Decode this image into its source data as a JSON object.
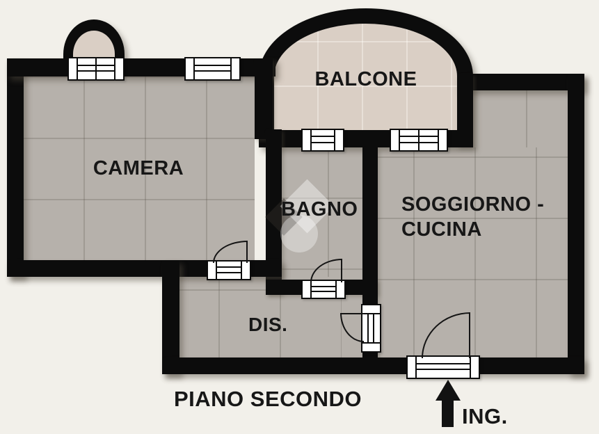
{
  "plan": {
    "floor_title": "PIANO SECONDO",
    "rooms": {
      "camera": "CAMERA",
      "balcone": "BALCONE",
      "bagno": "BAGNO",
      "soggiorno_line1": "SOGGIORNO -",
      "soggiorno_line2": "CUCINA",
      "disimpegno": "DIS."
    },
    "entrance": {
      "label": "ING.",
      "icon": "up-arrow-icon"
    },
    "watermark": {
      "icon": "agency-watermark-icon"
    },
    "colors": {
      "background": "#f2f0ea",
      "wall": "#0c0c0c",
      "room_floor": "#b6b1ab",
      "balcony_floor": "#dacfc5",
      "window_fill": "#ffffff",
      "text": "#171717"
    }
  }
}
